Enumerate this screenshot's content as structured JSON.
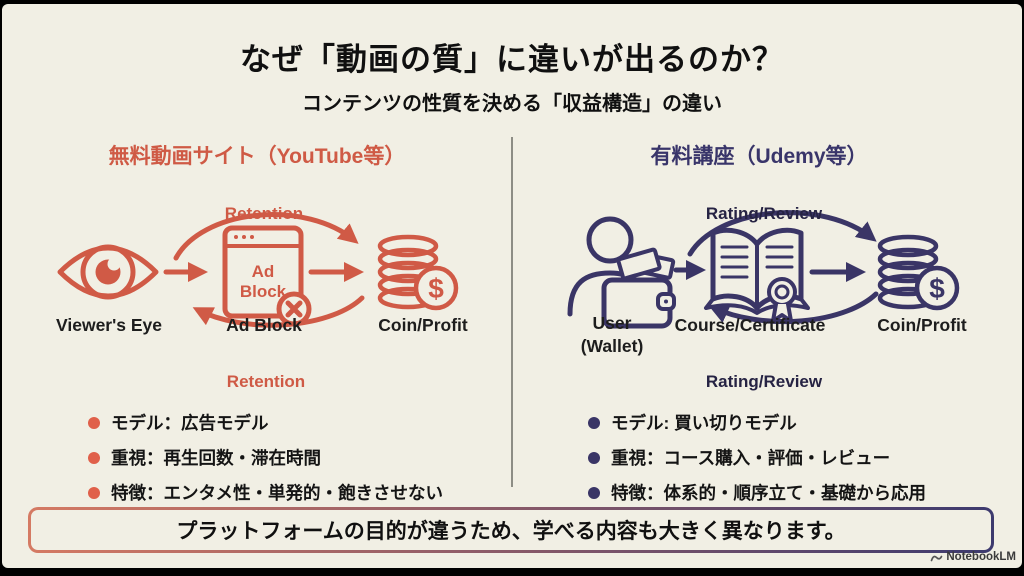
{
  "slide": {
    "title": "なぜ「動画の質」に違いが出るのか？",
    "subtitle": "コンテンツの性質を決める「収益構造」の違い"
  },
  "left_panel": {
    "header": "無料動画サイト（YouTube等）",
    "loop_top": "Retention",
    "loop_bottom": "Retention",
    "nodes": {
      "source": "Viewer's Eye",
      "middle": "Ad Block",
      "result": "Coin/Profit"
    },
    "adblock_icon": {
      "line1": "Ad",
      "line2": "Block"
    },
    "coin_symbol": "$",
    "bullets": [
      "モデル：広告モデル",
      "重視：再生回数・滞在時間",
      "特徴：エンタメ性・単発的・飽きさせない"
    ]
  },
  "right_panel": {
    "header": "有料講座（Udemy等）",
    "loop_top": "Rating/Review",
    "loop_bottom": "Rating/Review",
    "nodes": {
      "source_line1": "User",
      "source_line2": "(Wallet)",
      "middle": "Course/Certificate",
      "result": "Coin/Profit"
    },
    "coin_symbol": "$",
    "bullets": [
      "モデル: 買い切りモデル",
      "重視：コース購入・評価・レビュー",
      "特徴：体系的・順序立て・基礎から応用"
    ]
  },
  "footer": {
    "banner": "プラットフォームの目的が違うため、学べる内容も大きく異なります。",
    "watermark": "NotebookLM"
  },
  "colors": {
    "coral": "#cf5a45",
    "navy": "#3a3566",
    "background": "#f1efe4",
    "divider": "#8d8d85",
    "banner_gradient_left": "#d57a63",
    "banner_gradient_right": "#3d3a6e"
  }
}
